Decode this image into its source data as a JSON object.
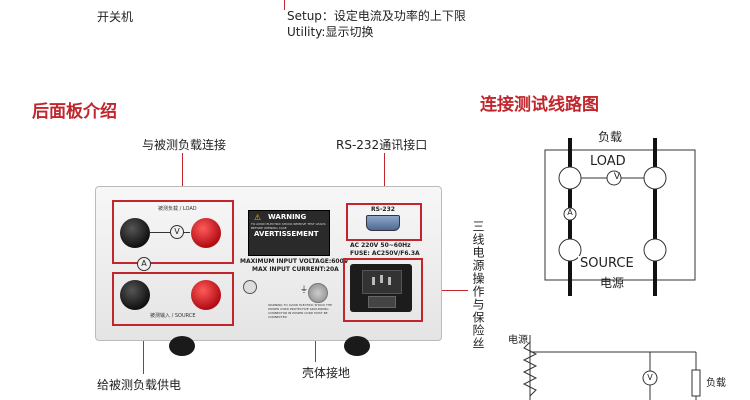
{
  "top": {
    "power_switch": "开关机",
    "setup": "Setup：设定电流及功率的上下限",
    "utility": "Utility:显示切换"
  },
  "rear_panel": {
    "title": "后面板介绍",
    "label_connect_load": "与被测负载连接",
    "label_rs232": "RS-232通讯接口",
    "label_supply_load": "给被测负载供电",
    "label_ground": "壳体接地",
    "label_power_fuse": "三线电源操作与保险丝",
    "warning_heading": "WARNING",
    "avertissement_heading": "AVERTISSEMENT",
    "warning_body": "TO AVOID ELECTRIC SHOCK REMOVE TEST LEADS BEFORE OPENING CASE",
    "max_voltage": "MAXIMUM INPUT VOLTAGE:600V",
    "max_current": "MAX INPUT CURRENT:20A",
    "rs232_tag": "RS-232",
    "ac_rating": "AC 220V 50~60Hz",
    "fuse_rating": "FUSE: AC250V/F6.3A",
    "load_tag": "被测负载 / LOAD",
    "source_tag": "被测输入 / SOURCE",
    "v_symbol": "V",
    "a_symbol": "A",
    "ground_warning": "WARNING TO AVOID ELECTRIC SHOCK THE POWER CORD PROTECTIVE GROUNDING CONNECTOR IN POWER CORD MUST BE CONNECTED"
  },
  "circuit": {
    "title": "连接测试线路图",
    "load_cn": "负载",
    "load_en": "LOAD",
    "source_en": "SOURCE",
    "source_cn": "电源",
    "v_symbol": "V",
    "a_symbol": "A",
    "bottom_source_cn": "电源",
    "bottom_load_cn": "负载",
    "bottom_v_symbol": "V"
  },
  "colors": {
    "accent_red": "#c0262c"
  }
}
